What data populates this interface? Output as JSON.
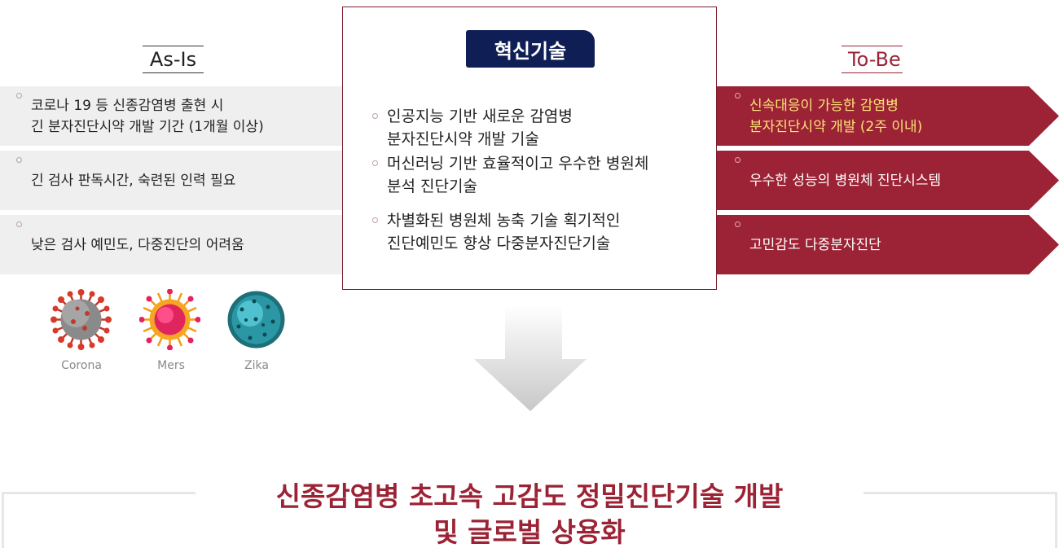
{
  "asis": {
    "title": "As-Is",
    "items": [
      "코로나 19 등 신종감염병 출현 시\n긴 분자진단시약 개발 기간 (1개월 이상)",
      "긴 검사 판독시간, 숙련된 인력 필요",
      "낮은 검사 예민도, 다중진단의 어려움"
    ],
    "viruses": [
      "Corona",
      "Mers",
      "Zika"
    ]
  },
  "center": {
    "title": "혁신기술",
    "items": [
      "인공지능 기반 새로운 감염병\n분자진단시약 개발 기술",
      "머신러닝 기반 효율적이고 우수한 병원체\n분석 진단기술",
      "차별화된 병원체 농축 기술 획기적인\n진단예민도 향상 다중분자진단기술"
    ]
  },
  "tobe": {
    "title": "To-Be",
    "items": [
      "신속대응이 가능한 감염병\n분자진단시약 개발 (2주 이내)",
      "우수한 성능의 병원체 진단시스템",
      "고민감도 다중분자진단"
    ]
  },
  "result": {
    "title": "신종감염병 초고속 고감도 정밀진단기술 개발\n및 글로벌 상용화"
  },
  "colors": {
    "accent": "#9b2335",
    "navy": "#0f1f56",
    "highlight": "#ffe27a",
    "gray_box": "#efefef"
  }
}
